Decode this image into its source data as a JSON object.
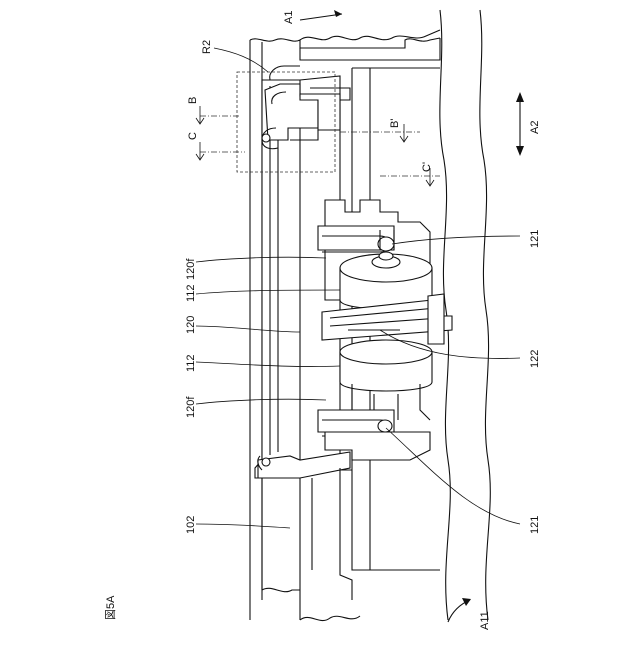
{
  "figure": {
    "fig_label": "図5A",
    "labels": {
      "a1": "A1",
      "a2": "A2",
      "a11": "A11",
      "r2": "R2",
      "b": "B",
      "b_prime": "B'",
      "c": "C",
      "c_prime": "C'",
      "ref_120f_top": "120f",
      "ref_112_top": "112",
      "ref_120": "120",
      "ref_112_bottom": "112",
      "ref_120f_bottom": "120f",
      "ref_102": "102",
      "ref_121_top": "121",
      "ref_122": "122",
      "ref_121_bottom": "121"
    }
  }
}
